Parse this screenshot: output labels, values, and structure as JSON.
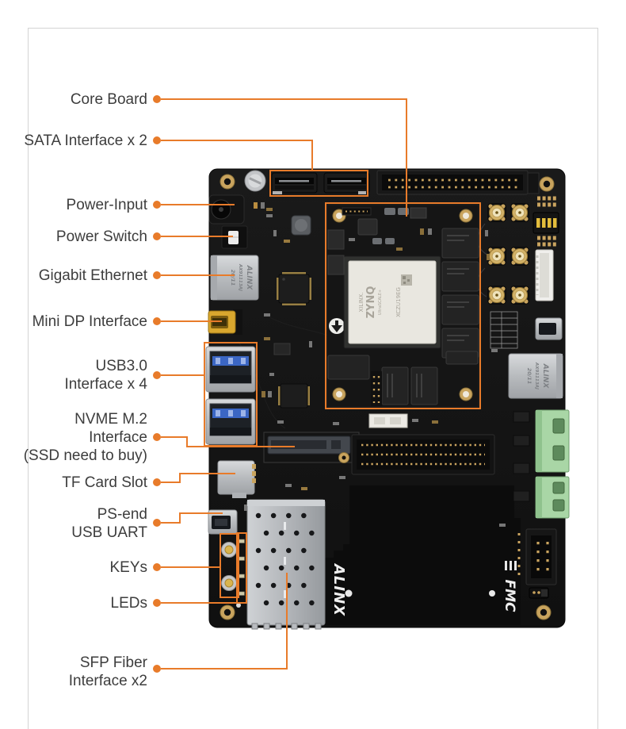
{
  "colors": {
    "accent": "#e87b2a",
    "label_text": "#3d3d3d",
    "frame_border": "#d4d4d4",
    "pcb": "#141414",
    "gold": "#c9a45e",
    "metal_silver": "#bfc2c6",
    "terminal_green": "#a9d6a6",
    "fpga_lid": "#e9e7e0",
    "usb_blue": "#3b66c4"
  },
  "labels": [
    {
      "id": "core-board",
      "lines": [
        "Core Board"
      ]
    },
    {
      "id": "sata-interface",
      "lines": [
        "SATA Interface x 2"
      ]
    },
    {
      "id": "power-input",
      "lines": [
        "Power-Input"
      ]
    },
    {
      "id": "power-switch",
      "lines": [
        "Power Switch"
      ]
    },
    {
      "id": "gigabit-ethernet",
      "lines": [
        "Gigabit Ethernet"
      ]
    },
    {
      "id": "mini-dp-interface",
      "lines": [
        "Mini DP Interface"
      ]
    },
    {
      "id": "usb3-interface",
      "lines": [
        "USB3.0",
        "Interface x 4"
      ]
    },
    {
      "id": "nvme-m2-interface",
      "lines": [
        "NVME M.2",
        "Interface",
        "(SSD need to buy)"
      ]
    },
    {
      "id": "tf-card-slot",
      "lines": [
        "TF Card Slot"
      ]
    },
    {
      "id": "ps-usb-uart",
      "lines": [
        "PS-end",
        "USB UART"
      ]
    },
    {
      "id": "keys",
      "lines": [
        "KEYs"
      ]
    },
    {
      "id": "leds",
      "lines": [
        "LEDs"
      ]
    },
    {
      "id": "sfp-fiber",
      "lines": [
        "SFP Fiber",
        "Interface x2"
      ]
    }
  ],
  "board_text": {
    "alinx_logo": "ALINX",
    "fmc_label": "FMC",
    "eth_brand": "ALINX",
    "eth_model": "AX91113AJ",
    "eth_date": "20/11",
    "fpga_brand": "XILINX.",
    "fpga_family": "ZYNQ",
    "fpga_series": "UltraSCALE+",
    "fpga_part": "XCZU19EG"
  }
}
